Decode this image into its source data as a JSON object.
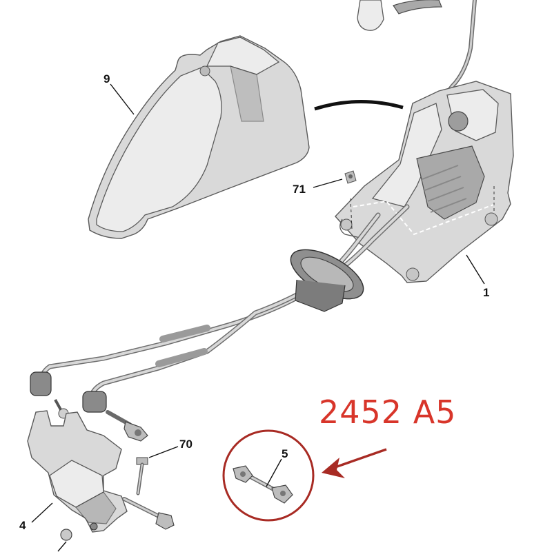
{
  "diagram": {
    "part_labels": {
      "cover": "9",
      "nut": "71",
      "gear_lever_housing": "1",
      "bolt": "70",
      "bracket": "4",
      "link_rod": "5"
    },
    "reference_code": "2452 A5",
    "colors": {
      "annotation": "#d8352a",
      "part_fill": "#d9d9d9",
      "outline": "#5a5a5a"
    }
  }
}
